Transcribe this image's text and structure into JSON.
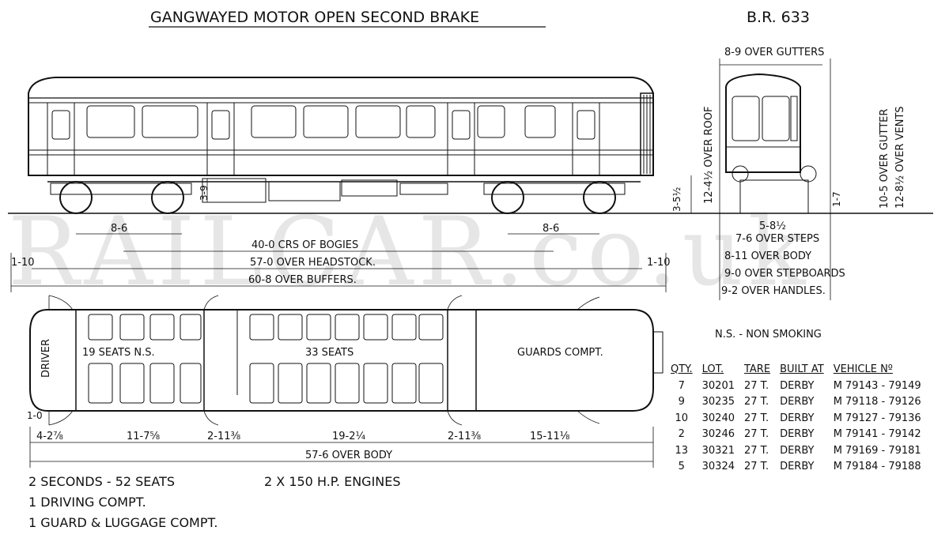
{
  "title": "GANGWAYED MOTOR OPEN SECOND BRAKE",
  "diagram_no": "B.R. 633",
  "watermark": "RAILCAR.co.uk",
  "dims": {
    "over_gutters": "8-9 OVER GUTTERS",
    "over_roof": "12-4½ OVER ROOF",
    "over_gutter": "10-5 OVER GUTTER",
    "over_vents": "12-8½ OVER VENTS",
    "bogie_wheel_height": "3-9",
    "floor_height": "3-5½",
    "step_height": "1-7",
    "gauge": "5-8½",
    "over_steps": "7-6 OVER STEPS",
    "over_body_width": "8-11 OVER BODY",
    "over_stepboards": "9-0 OVER STEPBOARDS",
    "over_handles": "9-2 OVER HANDLES.",
    "bogie_wheelbase_left": "8-6",
    "bogie_wheelbase_right": "8-6",
    "crs_bogies": "40-0 CRS OF BOGIES",
    "over_headstock": "57-0 OVER HEADSTOCK.",
    "over_buffers": "60-8 OVER BUFFERS.",
    "end_left": "1-10",
    "end_right": "1-10",
    "end_offset": "1-0",
    "seg1": "4-2⅞",
    "seg2": "11-7⅝",
    "seg3": "2-11⅜",
    "seg4": "19-2¼",
    "seg5": "2-11⅜",
    "seg6": "15-11⅛",
    "over_body_length": "57-6 OVER BODY"
  },
  "plan": {
    "driver": "DRIVER",
    "seats_ns": "19 SEATS  N.S.",
    "seats_33": "33 SEATS",
    "guards": "GUARDS COMPT."
  },
  "notes": {
    "ns_key": "N.S. - NON SMOKING",
    "seconds": "2 SECONDS - 52 SEATS",
    "engines": "2 X 150 H.P. ENGINES",
    "driving": "1 DRIVING COMPT.",
    "guard": "1 GUARD & LUGGAGE COMPT."
  },
  "table": {
    "headers": [
      "QTY.",
      "LOT.",
      "TARE",
      "BUILT AT",
      "VEHICLE Nº"
    ],
    "rows": [
      [
        "7",
        "30201",
        "27 T.",
        "DERBY",
        "M 79143 - 79149"
      ],
      [
        "9",
        "30235",
        "27 T.",
        "DERBY",
        "M 79118 - 79126"
      ],
      [
        "10",
        "30240",
        "27 T.",
        "DERBY",
        "M 79127 - 79136"
      ],
      [
        "2",
        "30246",
        "27 T.",
        "DERBY",
        "M 79141 - 79142"
      ],
      [
        "13",
        "30321",
        "27 T.",
        "DERBY",
        "M 79169 - 79181"
      ],
      [
        "5",
        "30324",
        "27 T.",
        "DERBY",
        "M 79184 - 79188"
      ]
    ]
  }
}
